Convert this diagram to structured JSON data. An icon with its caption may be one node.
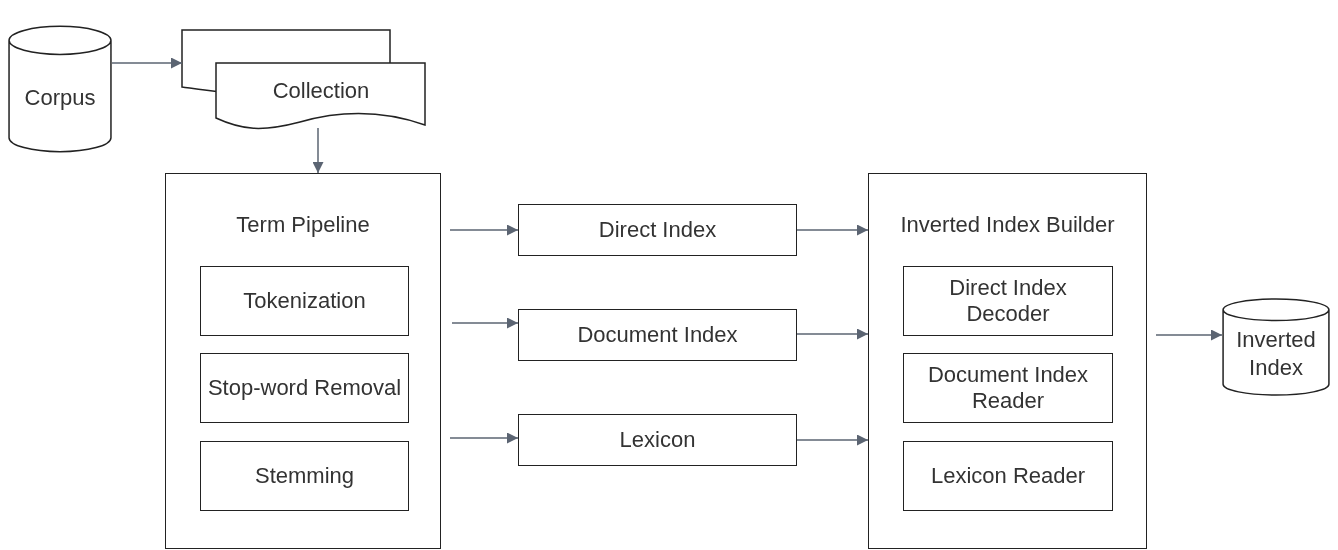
{
  "diagram": {
    "nodes": [
      {
        "text": [
          "Corpus"
        ]
      },
      {
        "text": [
          "Collection"
        ]
      },
      {
        "text": [
          "Term Pipeline"
        ]
      },
      {
        "text": [
          "Tokenization"
        ],
        "in": 2
      },
      {
        "text": [
          "Stop-word Removal"
        ],
        "in": 2
      },
      {
        "text": [
          "Stemming"
        ],
        "in": 2
      },
      {
        "text": [
          "Direct Index"
        ]
      },
      {
        "text": [
          "Document Index"
        ]
      },
      {
        "text": [
          "Lexicon"
        ]
      },
      {
        "text": [
          "Inverted Index Builder"
        ]
      },
      {
        "text": [
          "Direct Index Decoder"
        ],
        "in": 9
      },
      {
        "text": [
          "Document Index Reader"
        ],
        "in": 9
      },
      {
        "text": [
          "Lexicon Reader"
        ],
        "in": 9
      },
      {
        "text": [
          "Inverted Index"
        ]
      }
    ],
    "edges": [
      {
        "from": 0,
        "to": 1,
        "arrow": "to"
      },
      {
        "from": 1,
        "to": 2,
        "arrow": "to"
      },
      {
        "from": 2,
        "to": 6,
        "arrow": "to"
      },
      {
        "from": 2,
        "to": 7,
        "arrow": "to"
      },
      {
        "from": 2,
        "to": 8,
        "arrow": "to"
      },
      {
        "from": 6,
        "to": 9,
        "arrow": "to"
      },
      {
        "from": 7,
        "to": 9,
        "arrow": "to"
      },
      {
        "from": 8,
        "to": 9,
        "arrow": "to"
      },
      {
        "from": 9,
        "to": 13,
        "arrow": "to"
      }
    ]
  }
}
